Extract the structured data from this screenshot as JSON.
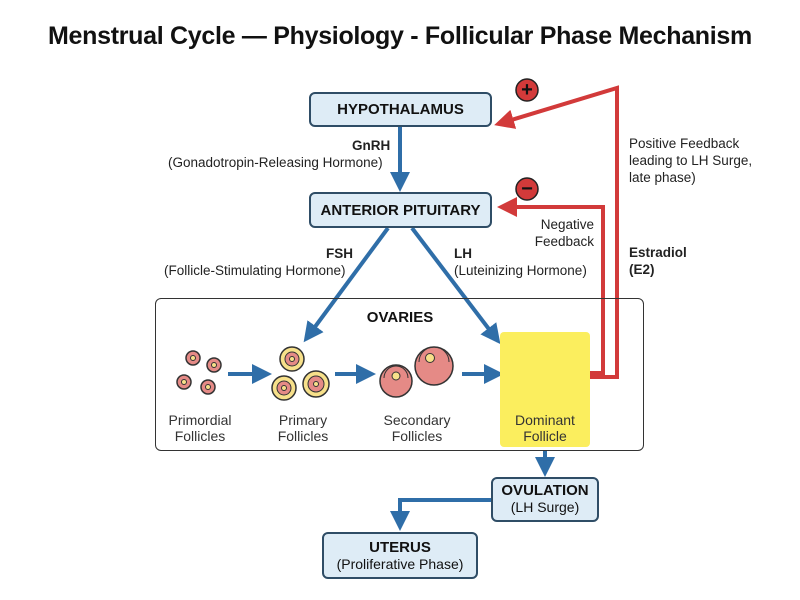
{
  "title": "Menstrual Cycle — Physiology - Follicular Phase Mechanism",
  "nodes": {
    "hypothalamus": "HYPOTHALAMUS",
    "pituitary": "ANTERIOR PITUITARY",
    "ovaries": "OVARIES",
    "ovulation": "OVULATION",
    "ovulation_sub": "(LH Surge)",
    "uterus": "UTERUS",
    "uterus_sub": "(Proliferative Phase)"
  },
  "hormones": {
    "gnrh": "GnRH",
    "gnrh_full": "(Gonadotropin-Releasing Hormone)",
    "fsh": "FSH",
    "fsh_full": "(Follicle-Stimulating Hormone)",
    "lh": "LH",
    "lh_full": "(Luteinizing Hormone)",
    "estradiol": "Estradiol",
    "estradiol_abbr": "(E2)"
  },
  "feedback": {
    "positive_sign": "+",
    "positive_line1": "Positive Feedback",
    "positive_line2": "leading to LH Surge,",
    "positive_line3": "late phase)",
    "negative_sign": "−",
    "negative_line1": "Negative",
    "negative_line2": "Feedback"
  },
  "stages": [
    {
      "line1": "Primordial",
      "line2": "Follicles"
    },
    {
      "line1": "Primary",
      "line2": "Follicles"
    },
    {
      "line1": "Secondary",
      "line2": "Follicles"
    },
    {
      "line1": "Dominant",
      "line2": "Follicle"
    }
  ],
  "colors": {
    "arrow_blue": "#2f6ea8",
    "arrow_red": "#d23a3a",
    "box_fill": "#deecf6",
    "highlight": "#fbee5e",
    "follicle_pink": "#e58a86",
    "follicle_yellow": "#f7e08a"
  }
}
